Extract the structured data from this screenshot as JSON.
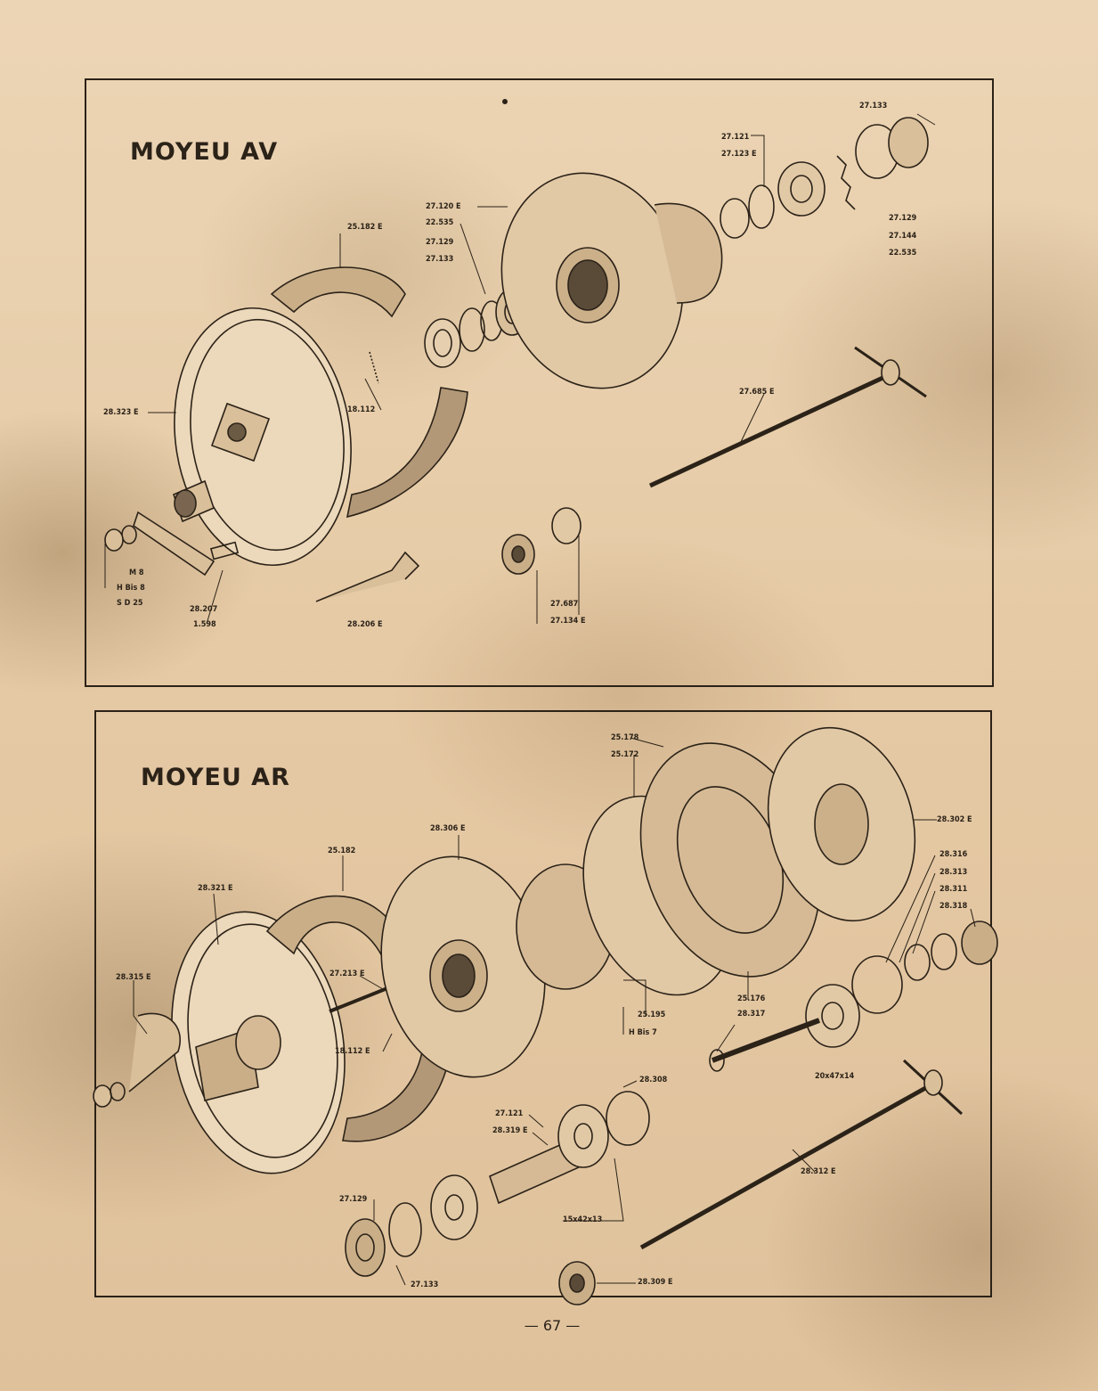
{
  "front_hub": {
    "title": "MOYEU AV",
    "labels": {
      "p27133": "27.133",
      "p27121": "27.121",
      "p27123e": "27.123 E",
      "p27120e": "27.120 E",
      "p22535a": "22.535",
      "p27129a": "27.129",
      "p27133b": "27.133",
      "p25182e": "25.182 E",
      "p27129b": "27.129",
      "p27144": "27.144",
      "p22535b": "22.535",
      "p28323e": "28.323 E",
      "p18112": "18.112",
      "p27685e": "27.685 E",
      "pM8": "M 8",
      "pHBis8": "H Bis 8",
      "pSD25": "S D 25",
      "p28207": "28.207",
      "p1598": "1.598",
      "p28206e": "28.206 E",
      "p27687": "27.687",
      "p27134e": "27.134 E"
    }
  },
  "rear_hub": {
    "title": "MOYEU AR",
    "labels": {
      "p25178": "25.178",
      "p25172": "25.172",
      "p28306e": "28.306 E",
      "p28302e": "28.302 E",
      "p25182": "25.182",
      "p28316": "28.316",
      "p28313": "28.313",
      "p28311": "28.311",
      "p28318": "28.318",
      "p28321e": "28.321 E",
      "p27213e": "27.213 E",
      "p28315e": "28.315 E",
      "p25195": "25.195",
      "pHBis7": "H Bis 7",
      "p25176": "25.176",
      "p28317": "28.317",
      "p18112e": "18.112 E",
      "p20x47x14": "20x47x14",
      "p28308": "28.308",
      "p27121": "27.121",
      "p28319e": "28.319 E",
      "p27129": "27.129",
      "p15x42x13": "15x42x13",
      "p28312e": "28.312 E",
      "p27133": "27.133",
      "p28309e": "28.309 E"
    }
  },
  "page_number": "— 67 —",
  "colors": {
    "ink": "#2b2218",
    "paper": "#e8cfae"
  }
}
